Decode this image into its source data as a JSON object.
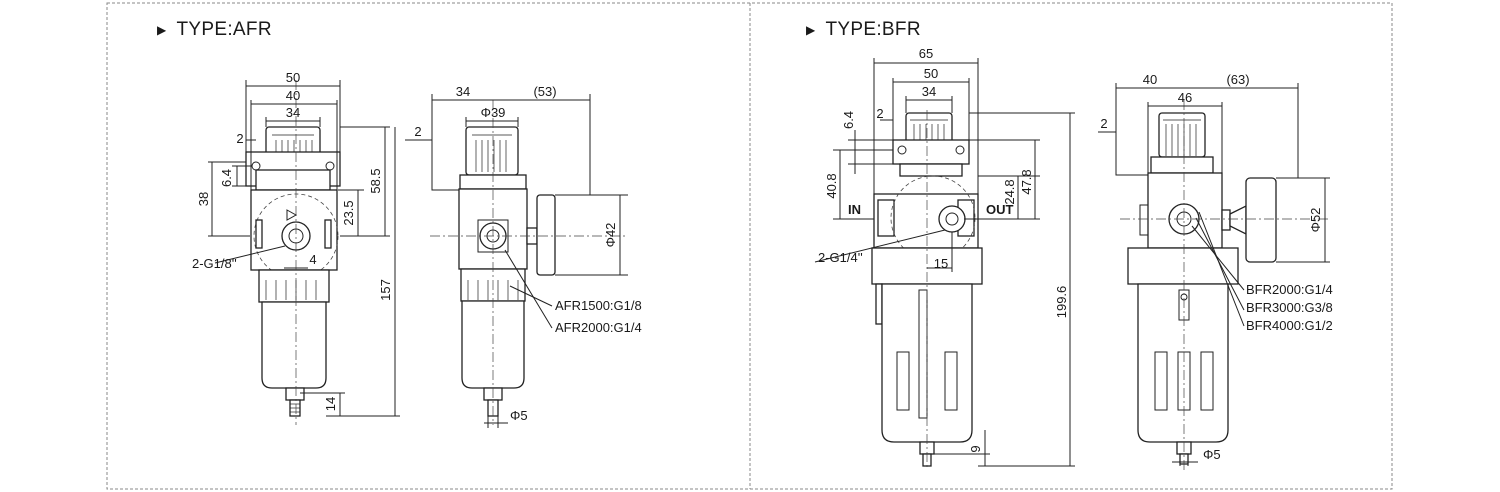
{
  "left_panel": {
    "title": "TYPE:AFR",
    "front_view": {
      "dims": {
        "d50": "50",
        "d40": "40",
        "d34": "34",
        "d2": "2",
        "d38": "38",
        "d6_4": "6.4",
        "d58_5": "58.5",
        "d23_5": "23.5",
        "d157": "157",
        "d14": "14",
        "d4": "4"
      },
      "port_label": "2-G1/8''"
    },
    "side_view": {
      "dims": {
        "d34": "34",
        "d53": "(53)",
        "d39": "Φ39",
        "d2": "2",
        "d42": "Φ42",
        "d5": "Φ5"
      },
      "models": [
        "AFR1500:G1/8",
        "AFR2000:G1/4"
      ]
    }
  },
  "right_panel": {
    "title": "TYPE:BFR",
    "front_view": {
      "dims": {
        "d65": "65",
        "d50": "50",
        "d34": "34",
        "d2": "2",
        "d6_4": "6.4",
        "d40_8": "40.8",
        "d24_8": "24.8",
        "d47_8": "47.8",
        "d15": "15",
        "d199_6": "199.6",
        "d9": "9"
      },
      "in_label": "IN",
      "out_label": "OUT",
      "port_label": "2-G1/4''"
    },
    "side_view": {
      "dims": {
        "d40": "40",
        "d63": "(63)",
        "d46": "46",
        "d2": "2",
        "d52": "Φ52",
        "d5": "Φ5"
      },
      "models": [
        "BFR2000:G1/4",
        "BFR3000:G3/8",
        "BFR4000:G1/2"
      ]
    }
  },
  "colors": {
    "line": "#222222",
    "frame": "#888888",
    "background": "#ffffff"
  }
}
